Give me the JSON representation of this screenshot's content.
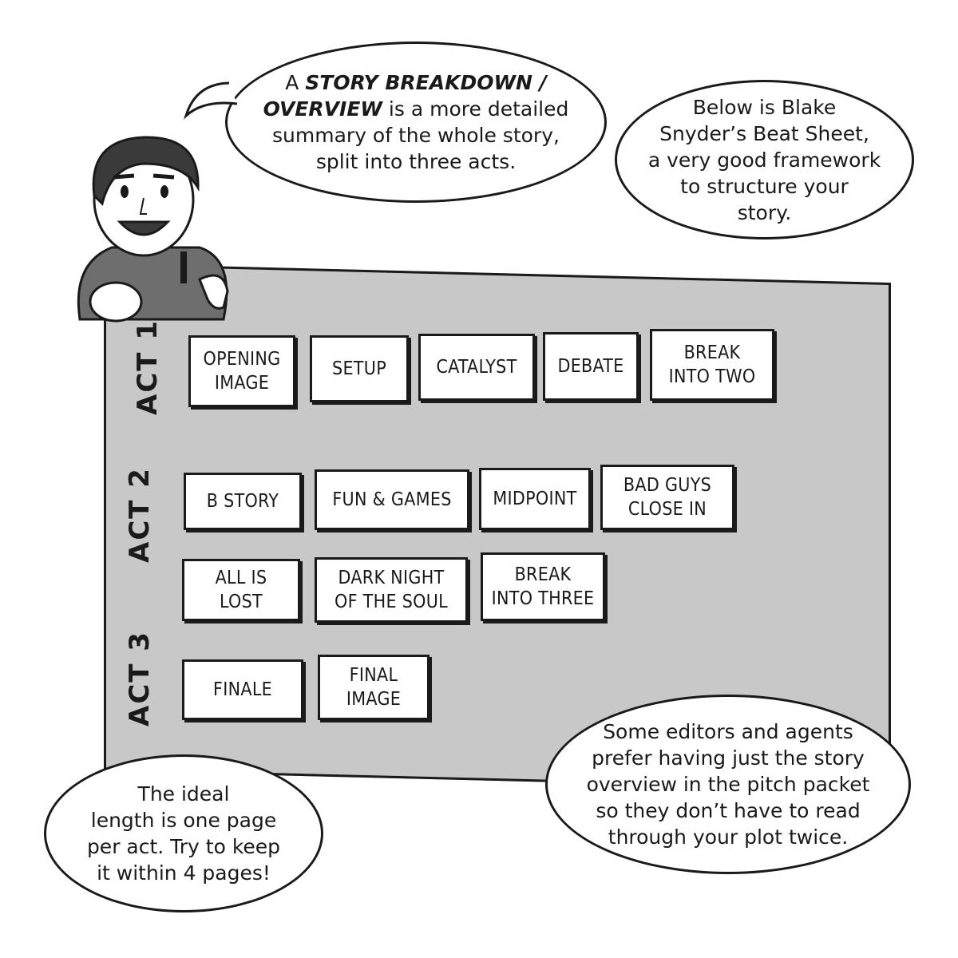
{
  "bubbles": {
    "top_left": {
      "prefix": "A ",
      "emphasis_1": "STORY BREAKDOWN /",
      "emphasis_2": "OVERVIEW",
      "rest_line_2": " is a more detailed",
      "line_3": "summary of the whole story,",
      "line_4": "split into three acts."
    },
    "top_right": {
      "lines": [
        "Below is Blake",
        "Snyder’s Beat Sheet,",
        "a very good framework",
        "to structure your",
        "story."
      ]
    },
    "bottom_left": {
      "lines": [
        "The ideal",
        "length is one page",
        "per act. Try to keep",
        "it within 4 pages!"
      ]
    },
    "bottom_right": {
      "lines": [
        "Some editors and agents",
        "prefer having just the story",
        "overview in the pitch packet",
        "so they don’t have to read",
        "through your plot twice."
      ]
    }
  },
  "acts": {
    "act1": {
      "label": "ACT 1",
      "beats": [
        "OPENING\nIMAGE",
        "SETUP",
        "CATALYST",
        "DEBATE",
        "BREAK\nINTO TWO"
      ]
    },
    "act2": {
      "label": "ACT 2",
      "beats_row1": [
        "B STORY",
        "FUN & GAMES",
        "MIDPOINT",
        "BAD GUYS\nCLOSE IN"
      ],
      "beats_row2": [
        "ALL IS\nLOST",
        "DARK NIGHT\nOF THE SOUL",
        "BREAK\nINTO THREE"
      ]
    },
    "act3": {
      "label": "ACT 3",
      "beats": [
        "FINALE",
        "FINAL\nIMAGE"
      ]
    }
  },
  "colors": {
    "board": "#c8c8c8",
    "ink": "#1a1a1a",
    "card": "#ffffff"
  }
}
